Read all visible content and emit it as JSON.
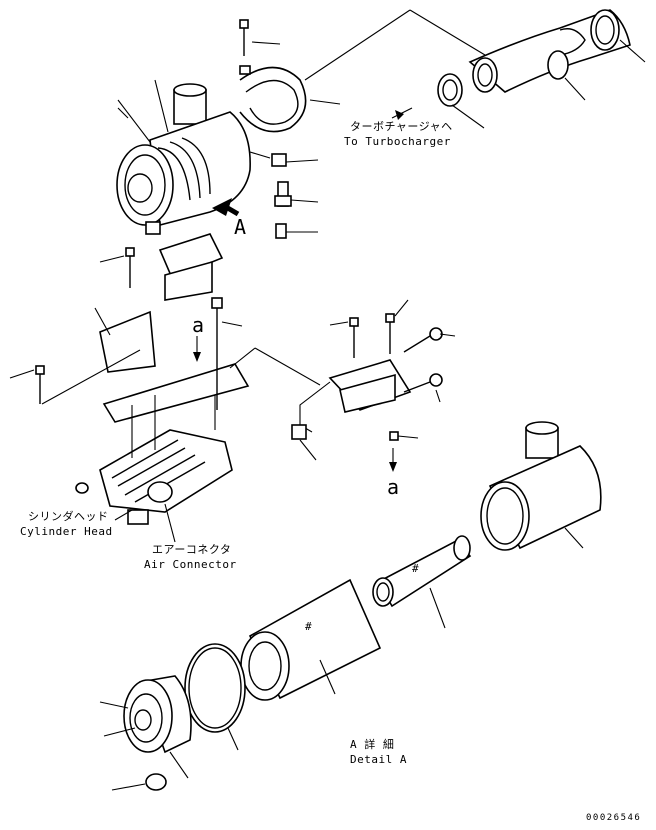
{
  "labels": {
    "turbo_jp": "ターボチャージャヘ",
    "turbo_en": "To Turbocharger",
    "cyl_jp": "シリンダヘッド",
    "cyl_en": "Cylinder Head",
    "air_jp": "エアーコネクタ",
    "air_en": "Air Connector",
    "detail_jp": "A 詳 細",
    "detail_en": "Detail A",
    "view_a": "A",
    "ref_a1": "a",
    "ref_a2": "a",
    "drawing_no": "00026546"
  }
}
